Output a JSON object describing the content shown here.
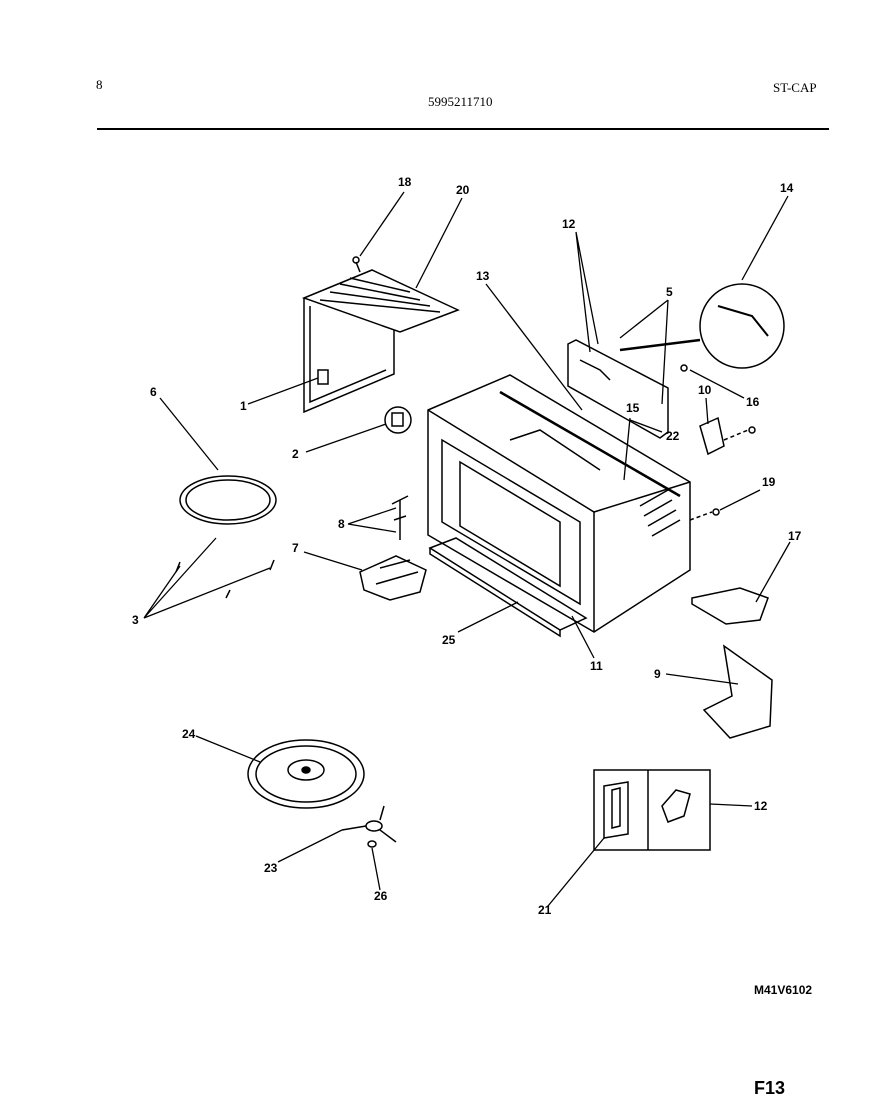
{
  "header": {
    "page_number": "8",
    "part_number": "5995211710",
    "model_code": "ST-CAP"
  },
  "callouts": [
    {
      "id": "c18a",
      "label": "18"
    },
    {
      "id": "c20",
      "label": "20"
    },
    {
      "id": "c12a",
      "label": "12"
    },
    {
      "id": "c14",
      "label": "14"
    },
    {
      "id": "c13",
      "label": "13"
    },
    {
      "id": "c5",
      "label": "5"
    },
    {
      "id": "c6",
      "label": "6"
    },
    {
      "id": "c1",
      "label": "1"
    },
    {
      "id": "c16",
      "label": "16"
    },
    {
      "id": "c10",
      "label": "10"
    },
    {
      "id": "c2",
      "label": "2"
    },
    {
      "id": "c22",
      "label": "22"
    },
    {
      "id": "c15",
      "label": "15"
    },
    {
      "id": "c19",
      "label": "19"
    },
    {
      "id": "c8",
      "label": "8"
    },
    {
      "id": "c17",
      "label": "17"
    },
    {
      "id": "c7",
      "label": "7"
    },
    {
      "id": "c3",
      "label": "3"
    },
    {
      "id": "c25",
      "label": "25"
    },
    {
      "id": "c11",
      "label": "11"
    },
    {
      "id": "c9",
      "label": "9"
    },
    {
      "id": "c24",
      "label": "24"
    },
    {
      "id": "c12b",
      "label": "12"
    },
    {
      "id": "c23",
      "label": "23"
    },
    {
      "id": "c26",
      "label": "26"
    },
    {
      "id": "c21",
      "label": "21"
    }
  ],
  "footer": {
    "drawing_code": "M41V6102",
    "figure_code": "F13"
  }
}
